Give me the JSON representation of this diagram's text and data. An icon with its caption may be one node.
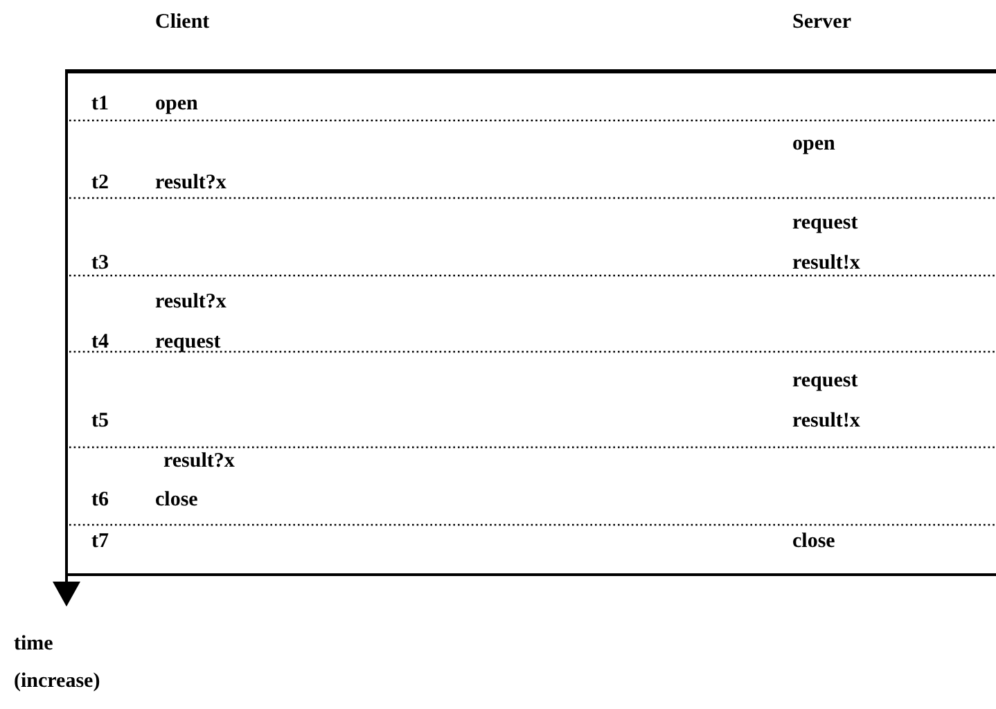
{
  "diagram": {
    "labels": [
      "Client",
      "Server",
      "t1",
      "open",
      "open",
      "t2",
      "result?x",
      "request",
      "t3",
      "result!x",
      "result?x",
      "t4",
      "request",
      "request",
      "t5",
      "result!x",
      "result?x",
      "t6",
      "close",
      "t7",
      "close",
      "time (increase)"
    ]
  }
}
